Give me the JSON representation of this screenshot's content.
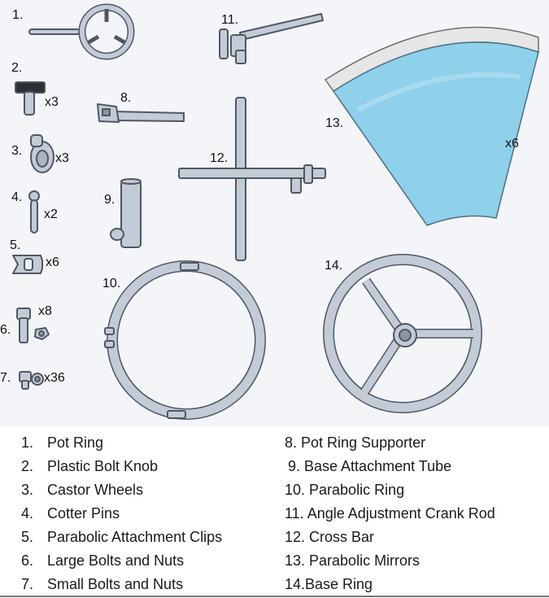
{
  "parts_labels": {
    "p1": "1.",
    "p2": "2.",
    "p3": "3.",
    "p4": "4.",
    "p5": "5.",
    "p6": "6.",
    "p7": "7.",
    "p8": "8.",
    "p9": "9.",
    "p10": "10.",
    "p11": "11.",
    "p12": "12.",
    "p13": "13.",
    "p14": "14.",
    "q2": "x3",
    "q3": "x3",
    "q4": "x2",
    "q5": "x6",
    "q6": "x8",
    "q7": "x36",
    "q13": "x6"
  },
  "legend": {
    "left": [
      {
        "num": "1.",
        "text": "Pot Ring"
      },
      {
        "num": "2.",
        "text": "Plastic Bolt Knob"
      },
      {
        "num": "3.",
        "text": "Castor Wheels"
      },
      {
        "num": "4.",
        "text": "Cotter Pins"
      },
      {
        "num": "5.",
        "text": "Parabolic Attachment Clips"
      },
      {
        "num": "6.",
        "text": "Large Bolts and Nuts"
      },
      {
        "num": "7.",
        "text": "Small Bolts and Nuts"
      }
    ],
    "right": [
      "8. Pot Ring Supporter",
      "9. Base Attachment Tube",
      "10. Parabolic Ring",
      "11. Angle Adjustment Crank Rod",
      "12. Cross Bar",
      "13. Parabolic Mirrors",
      "14.Base Ring"
    ]
  },
  "colors": {
    "part_fill": "#c3cbd6",
    "part_stroke": "#4f5763",
    "mirror_fill": "#8fd0ea",
    "mirror_rim": "#e6e6e6"
  }
}
